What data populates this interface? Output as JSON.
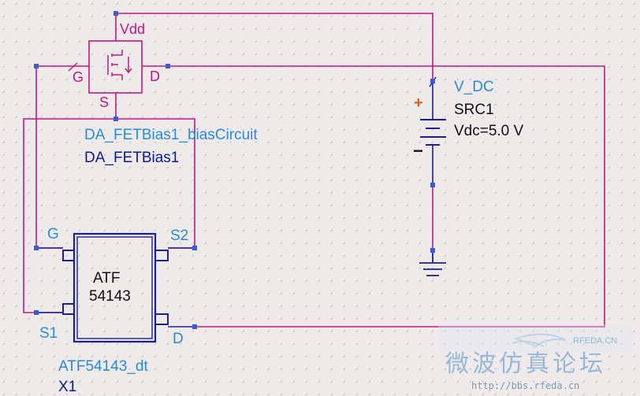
{
  "bias_block": {
    "pin_vdd": "Vdd",
    "pin_g": "G",
    "pin_d": "D",
    "pin_s": "S",
    "instance_name": "DA_FETBias1_biasCircuit",
    "component_name": "DA_FETBias1"
  },
  "dc_source": {
    "type_label": "V_DC",
    "instance_name": "SRC1",
    "value": "Vdc=5.0 V",
    "plus_sign": "+",
    "minus_sign": "−"
  },
  "transistor": {
    "part_line1": "ATF",
    "part_line2": "54143",
    "pin_g": "G",
    "pin_s2": "S2",
    "pin_s1": "S1",
    "pin_d": "D",
    "model_name": "ATF54143_dt",
    "instance_name": "X1"
  },
  "watermark": {
    "logo_text": "RFEDA.CN",
    "site_cn": "微波仿真论坛",
    "url": "http://bbs.rfeda.cn"
  },
  "colors": {
    "background": "#efeaea",
    "wire": "#c0187e",
    "component_navy": "#1a1f99",
    "pin_blue": "#3a5cd0",
    "grid_dot": "#b8b4b4"
  }
}
